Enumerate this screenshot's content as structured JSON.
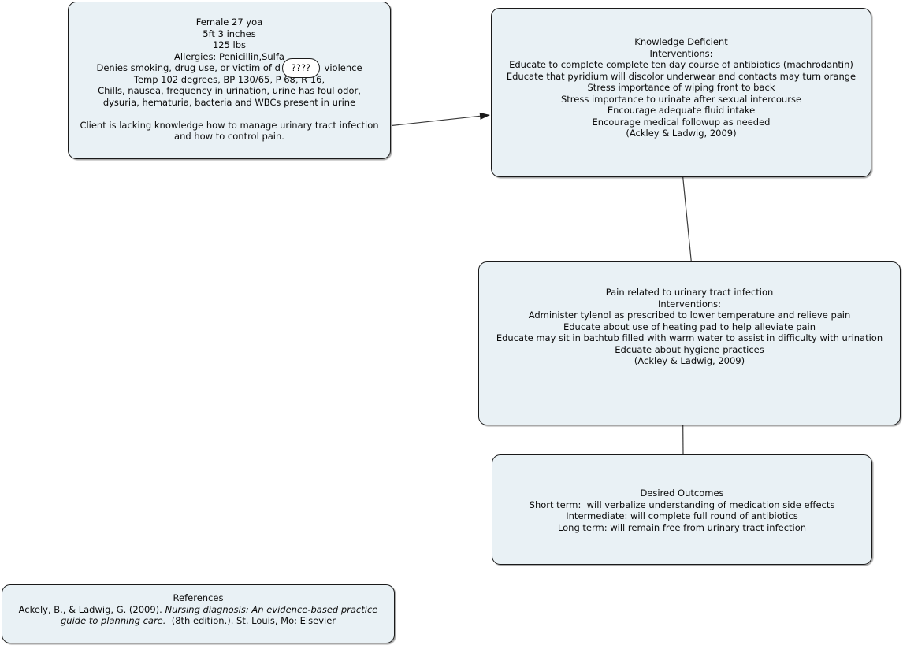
{
  "style": {
    "box_fill": "#e9f1f5",
    "box_border": "#1a1a1a",
    "text_color": "#0b0b0b",
    "connector_color": "#3a3a3a"
  },
  "boxes": {
    "patient": {
      "lines": [
        "Female 27 yoa",
        "5ft 3 inches",
        "125 lbs",
        "Allergies: Penicillin,Sulfa",
        {
          "parts": [
            {
              "text": "Denies smoking, drug use, or victim of d"
            },
            {
              "oval": "????"
            },
            {
              "text": " violence"
            }
          ]
        },
        "Temp 102 degrees, BP 130/65, P 68, R 16,",
        "Chills, nausea, frequency in urination, urine has foul odor,",
        "dysuria, hematuria, bacteria and WBCs present in urine",
        "",
        "Client is lacking knowledge how to manage urinary tract infection",
        "and how to control pain."
      ]
    },
    "knowledge": {
      "lines": [
        "Knowledge Deficient",
        "Interventions:",
        "Educate to complete complete ten day course of antibiotics (machrodantin)",
        "Educate that pyridium will discolor underwear and contacts may turn orange",
        "Stress importance of wiping front to back",
        "Stress importance to urinate after sexual intercourse",
        "Encourage adequate fluid intake",
        "Encourage medical followup as needed",
        "(Ackley & Ladwig, 2009)"
      ]
    },
    "pain": {
      "lines": [
        "Pain related to urinary tract infection",
        "Interventions:",
        "Administer tylenol as prescribed to lower temperature and relieve pain",
        "Educate about use of heating pad to help alleviate pain",
        "Educate may sit in bathtub filled with warm water to assist in difficulty with urination",
        "Edcuate about hygiene practices",
        "(Ackley & Ladwig, 2009)"
      ]
    },
    "outcomes": {
      "lines": [
        "Desired Outcomes",
        "Short term:  will verbalize understanding of medication side effects",
        "Intermediate: will complete full round of antibiotics",
        "Long term: will remain free from urinary tract infection"
      ]
    },
    "references": {
      "lines": [
        "References",
        {
          "parts": [
            {
              "text": "Ackely, B., & Ladwig, G. (2009). "
            },
            {
              "text": "Nursing diagnosis: An evidence-based practice",
              "italic": true
            }
          ]
        },
        {
          "parts": [
            {
              "text": "guide to planning care.",
              "italic": true
            },
            {
              "text": "  (8th edition.). St. Louis, Mo: Elsevier"
            }
          ]
        }
      ]
    }
  }
}
